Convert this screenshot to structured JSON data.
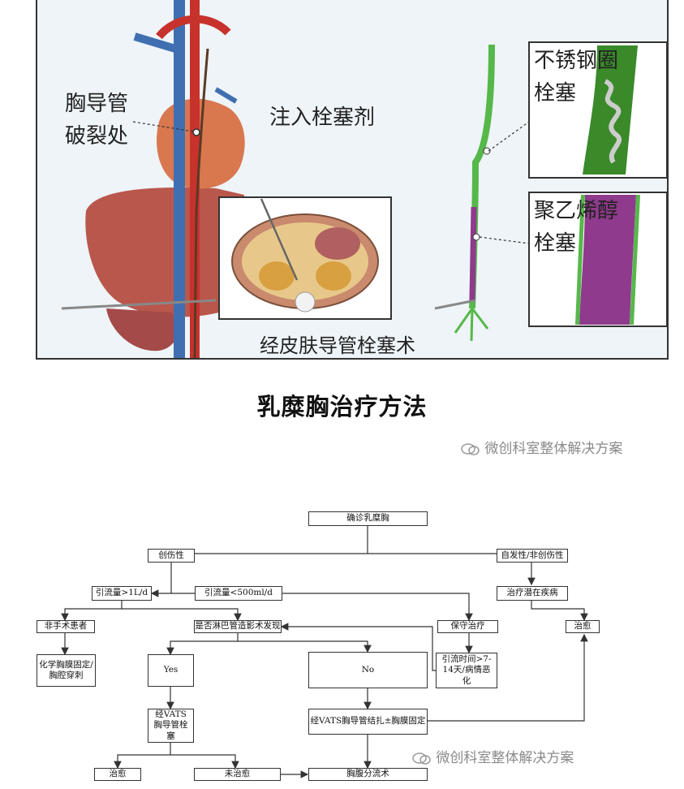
{
  "illustration": {
    "label_rupture": [
      "胸导管",
      "破裂处"
    ],
    "label_inject": "注入栓塞剂",
    "label_coil": [
      "不锈钢圈",
      "栓塞"
    ],
    "label_pva": [
      "聚乙烯醇",
      "栓塞"
    ],
    "label_procedure": "经皮肤导管栓塞术"
  },
  "section_title": "乳糜胸治疗方法",
  "watermark": "微创科室整体解决方案",
  "flowchart": {
    "nodes": {
      "diagnosis": "确诊乳糜胸",
      "traumatic": "创伤性",
      "spontaneous": "自发性/非创伤性",
      "drain_gt": "引流量>1L/d",
      "drain_lt": "引流量<500ml/d",
      "underlying": "治疗潜在疾病",
      "non_surgical": "非手术患者",
      "lymph_imaging": "是否淋巴管造影术发现",
      "conservative": "保守治疗",
      "cured_right": "治愈",
      "chem_pleurodesis": "化学胸膜固定/胸腔穿刺",
      "yes": "Yes",
      "no": "No",
      "drain_long": "引流时间>7-14天/病情恶化",
      "vats_embol": "经VATS胸导管栓塞",
      "vats_ligation": "经VATS胸导管结扎±胸膜固定",
      "cured_left": "治愈",
      "not_cured": "未治愈",
      "shunt": "胸腹分流术"
    }
  },
  "colors": {
    "panel_bg": "#eef4f8",
    "artery": "#c8322d",
    "vein": "#3f6fb0",
    "liver": "#b9574c",
    "duct_green": "#56b84a",
    "pva_purple": "#8f3a8c"
  }
}
